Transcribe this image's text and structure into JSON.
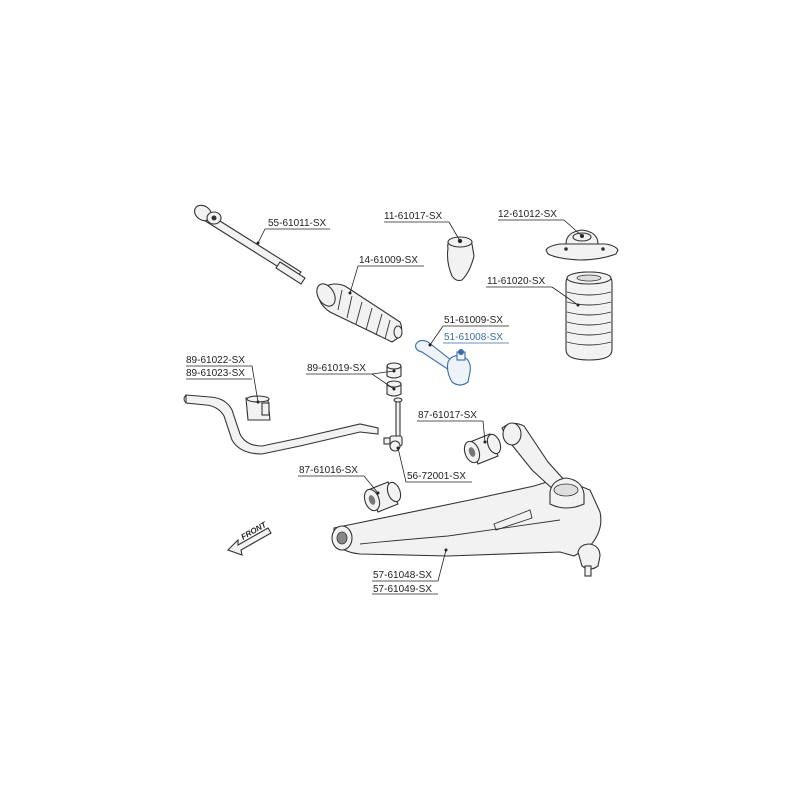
{
  "parts": {
    "tie_rod": "55-61011-SX",
    "bump_stop": "11-61017-SX",
    "strut_mount": "12-61012-SX",
    "steering_boot": "14-61009-SX",
    "dust_boot": "11-61020-SX",
    "tie_rod_end_a": "51-61009-SX",
    "tie_rod_end_b": "51-61008-SX",
    "stabilizer_bushing_a": "89-61022-SX",
    "stabilizer_bushing_b": "89-61023-SX",
    "link_bushing": "89-61019-SX",
    "arm_bushing_rear": "87-61017-SX",
    "stabilizer_link": "56-72001-SX",
    "arm_bushing_front": "87-61016-SX",
    "control_arm_a": "57-61048-SX",
    "control_arm_b": "57-61049-SX"
  },
  "front_label": "FRONT",
  "colors": {
    "highlight": "#3a6ea5",
    "ink": "#222222"
  }
}
